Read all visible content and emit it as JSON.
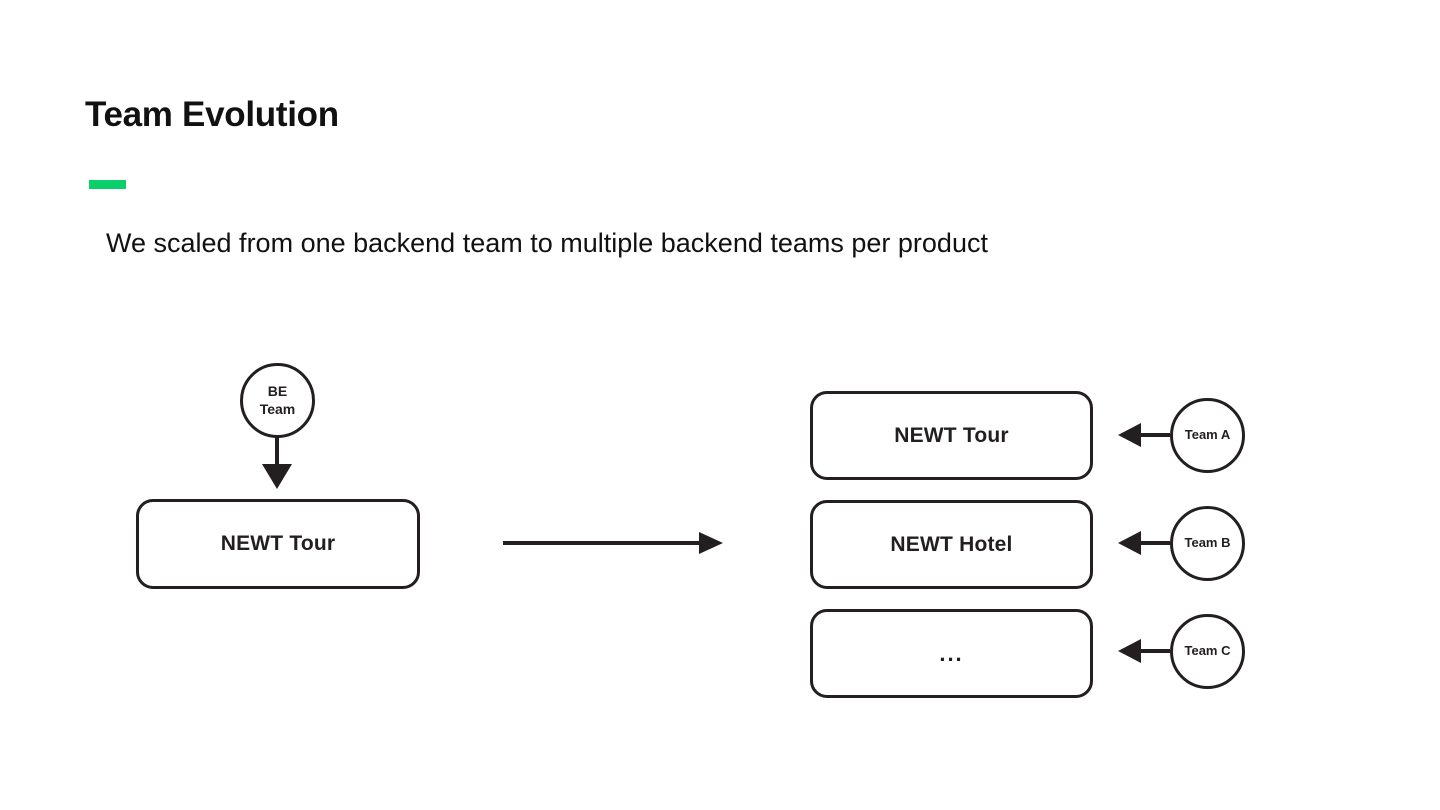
{
  "slide": {
    "title": "Team Evolution",
    "subtitle": "We scaled from one backend team to multiple backend teams per product",
    "accent_color": "#0ACF6B",
    "stroke_color": "#231F20",
    "background_color": "#FFFFFF"
  },
  "diagram": {
    "before": {
      "team_circle": {
        "line1": "BE",
        "line2": "Team"
      },
      "product_box": {
        "label": "NEWT Tour"
      },
      "arrow_icon": "arrow-down-icon"
    },
    "transition": {
      "arrow_icon": "arrow-right-icon"
    },
    "after": {
      "arrow_icon": "arrow-left-icon",
      "rows": [
        {
          "product": "NEWT Tour",
          "team": "Team A"
        },
        {
          "product": "NEWT Hotel",
          "team": "Team B"
        },
        {
          "product": "...",
          "team": "Team C"
        }
      ]
    }
  }
}
